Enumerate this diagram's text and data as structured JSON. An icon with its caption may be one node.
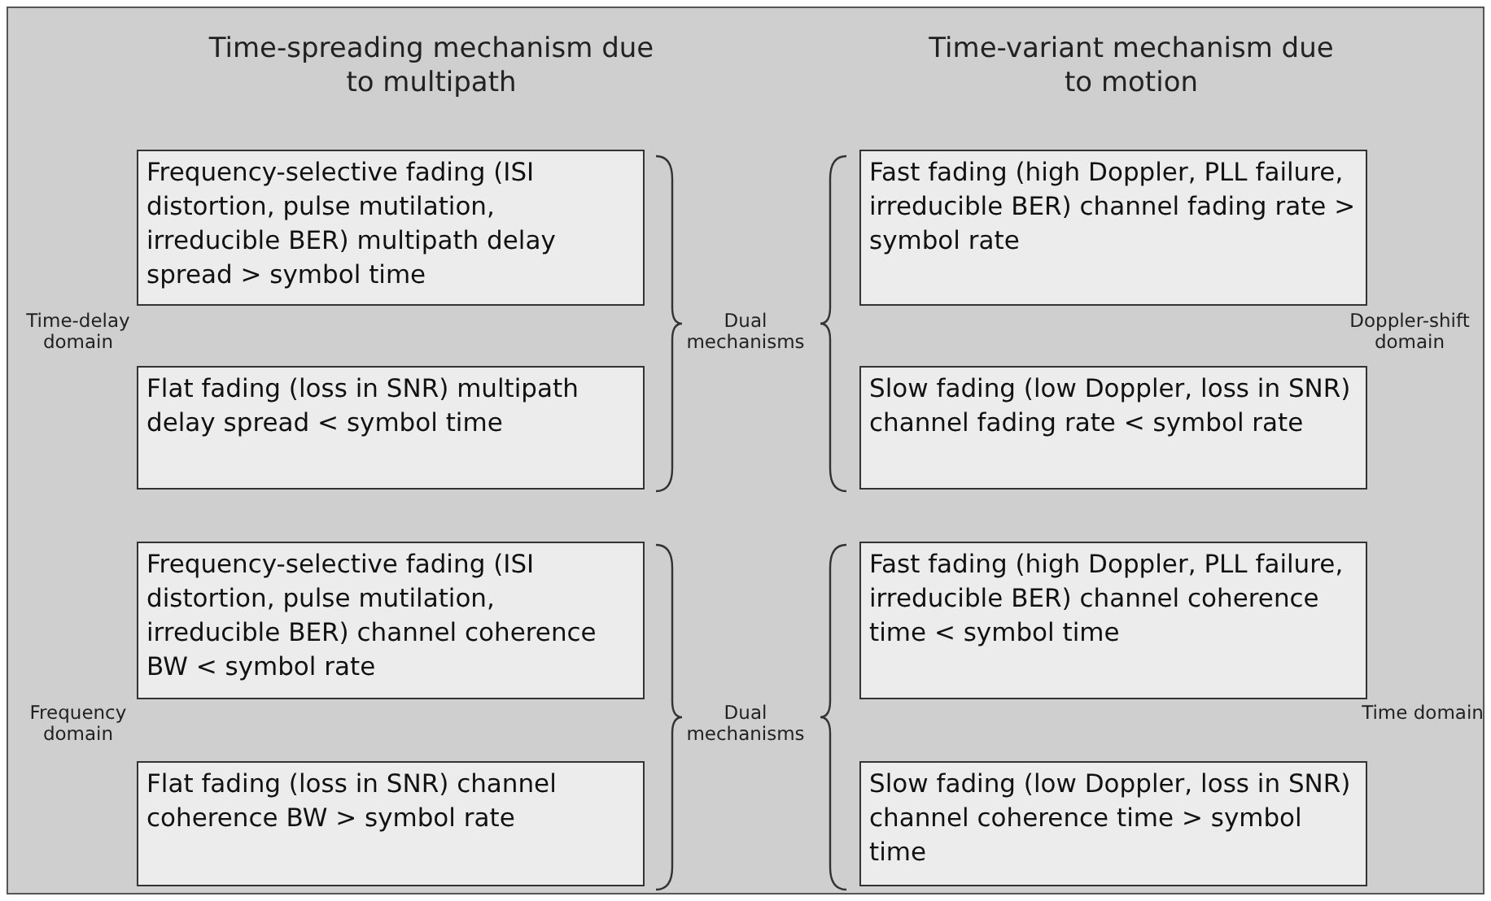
{
  "diagram": {
    "nodes": [
      {
        "text": [
          "Frequency-selective fading (ISI distortion, pulse mutilation, irreducible BER) multipath delay spread > symbol time"
        ]
      },
      {
        "text": [
          "Fast fading (high Doppler, PLL failure, irreducible BER) channel fading rate > symbol rate"
        ]
      },
      {
        "text": [
          "Flat fading (loss in SNR) multipath delay spread < symbol time"
        ]
      },
      {
        "text": [
          "Slow fading (low Doppler, loss in SNR) channel fading rate < symbol rate"
        ]
      },
      {
        "text": [
          "Frequency-selective fading (ISI distortion, pulse mutilation, irreducible BER) channel coherence BW < symbol rate"
        ]
      },
      {
        "text": [
          "Fast fading (high Doppler, PLL failure, irreducible BER) channel coherence time < symbol time"
        ]
      },
      {
        "text": [
          "Flat fading (loss in SNR) channel coherence BW > symbol rate"
        ]
      },
      {
        "text": [
          "Slow fading (low Doppler, loss in SNR) channel coherence time > symbol time"
        ]
      }
    ],
    "labels": [
      "Time-spreading mechanism due to multipath",
      "Time-variant mechanism due to motion",
      "Time-delay domain",
      "Dual mechanisms",
      "Doppler-shift domain",
      "Frequency domain",
      "Dual mechanisms",
      "Time domain"
    ]
  }
}
